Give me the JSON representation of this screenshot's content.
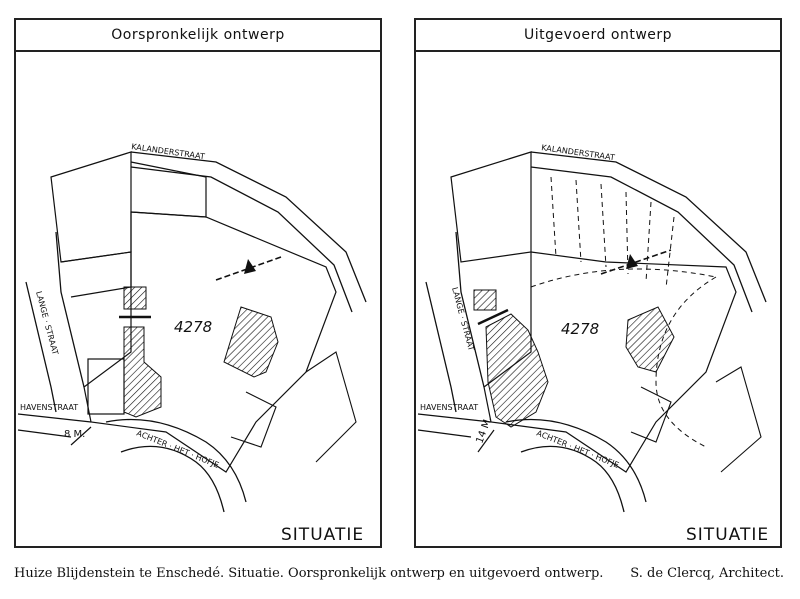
{
  "left_panel": {
    "title": "Oorspronkelijk ontwerp",
    "labels": {
      "kalanderstraat": "KALANDERSTRAAT",
      "lange_straat": "LANGE · STRAAT",
      "havenstraat": "HAVENSTRAAT",
      "achter_het_hofje": "ACHTER · HET · HOFJE",
      "plot_number": "4278",
      "width": "8 M.",
      "situatie": "SITUATIE"
    }
  },
  "right_panel": {
    "title": "Uitgevoerd ontwerp",
    "labels": {
      "kalanderstraat": "KALANDERSTRAAT",
      "lange_straat": "LANGE · STRAAT",
      "havenstraat": "HAVENSTRAAT",
      "achter_het_hofje": "ACHTER · HET · HOFJE",
      "plot_number": "4278",
      "width": "14 M.",
      "situatie": "SITUATIE"
    }
  },
  "caption": "Huize Blijdenstein te Enschedé. Situatie. Oorspronkelijk ontwerp en uitgevoerd ontwerp.",
  "credit": "S. de Clercq, Architect."
}
